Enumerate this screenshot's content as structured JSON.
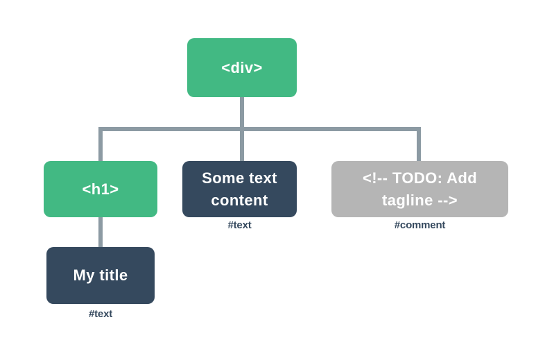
{
  "diagram": {
    "description": "DOM tree of a div element with three child nodes",
    "colors": {
      "element_node": "#42b983",
      "text_node": "#35495e",
      "comment_node": "#b5b5b5",
      "connector": "#8c9aa3",
      "sublabel_text": "#35495e",
      "background": "#ffffff",
      "node_text": "#ffffff"
    },
    "nodes": [
      {
        "id": "div",
        "label": "<div>",
        "kind": "element"
      },
      {
        "id": "h1",
        "label": "<h1>",
        "kind": "element"
      },
      {
        "id": "text",
        "label": "Some text content",
        "kind": "text",
        "sublabel": "#text"
      },
      {
        "id": "comment",
        "label": "<!-- TODO: Add tagline  -->",
        "kind": "comment",
        "sublabel": "#comment"
      },
      {
        "id": "my-title",
        "label": "My title",
        "kind": "text",
        "sublabel": "#text"
      }
    ],
    "edges": [
      {
        "from": "div",
        "to": "h1"
      },
      {
        "from": "div",
        "to": "text"
      },
      {
        "from": "div",
        "to": "comment"
      },
      {
        "from": "h1",
        "to": "my-title"
      }
    ]
  }
}
